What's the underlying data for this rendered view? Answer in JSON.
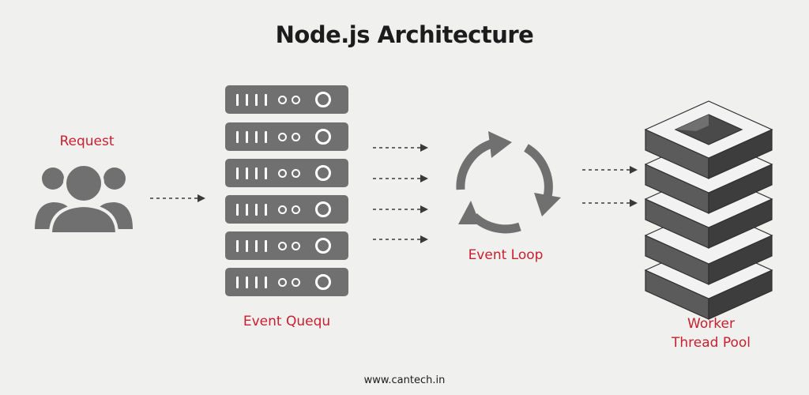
{
  "title": "Node.js Architecture",
  "nodes": {
    "request": {
      "label": "Request",
      "icon": "users-icon"
    },
    "event_queue": {
      "label": "Event Quequ",
      "icon": "server-stack-icon",
      "rows": 6
    },
    "event_loop": {
      "label": "Event Loop",
      "icon": "cycle-arrows-icon"
    },
    "worker_pool": {
      "label_line1": "Worker",
      "label_line2": "Thread Pool",
      "icon": "stacked-layers-icon"
    }
  },
  "footer": "www.cantech.in",
  "colors": {
    "accent": "#c8202f",
    "icon": "#707070",
    "background": "#f0f0ef"
  }
}
